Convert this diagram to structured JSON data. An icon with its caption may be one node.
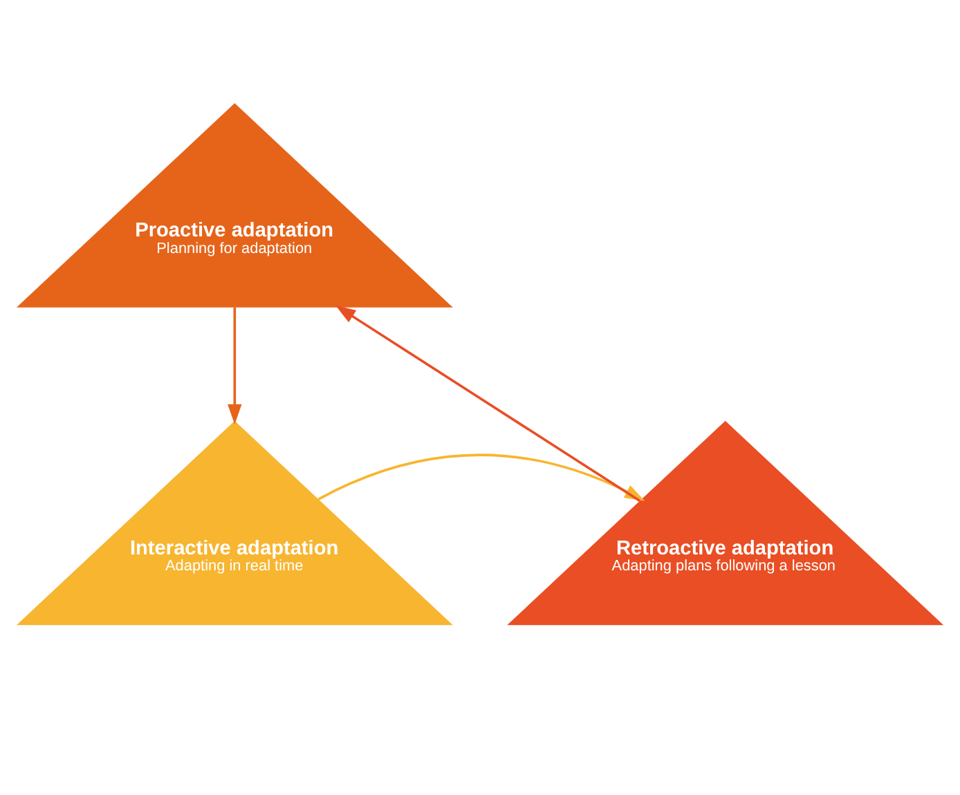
{
  "diagram": {
    "nodes": [
      {
        "text": [
          "Proactive adaptation",
          "Planning for adaptation"
        ]
      },
      {
        "text": [
          "Interactive adaptation",
          "Adapting in real time"
        ]
      },
      {
        "text": [
          "Retroactive adaptation",
          "Adapting plans following a lesson"
        ]
      }
    ],
    "edges": [
      {
        "from": 0,
        "to": 1,
        "arrow": "to",
        "color": "#e5641a"
      },
      {
        "from": 1,
        "to": 2,
        "arrow": "to",
        "color": "#f7b530"
      },
      {
        "from": 2,
        "to": 0,
        "arrow": "to",
        "color": "#e94e24"
      }
    ]
  }
}
